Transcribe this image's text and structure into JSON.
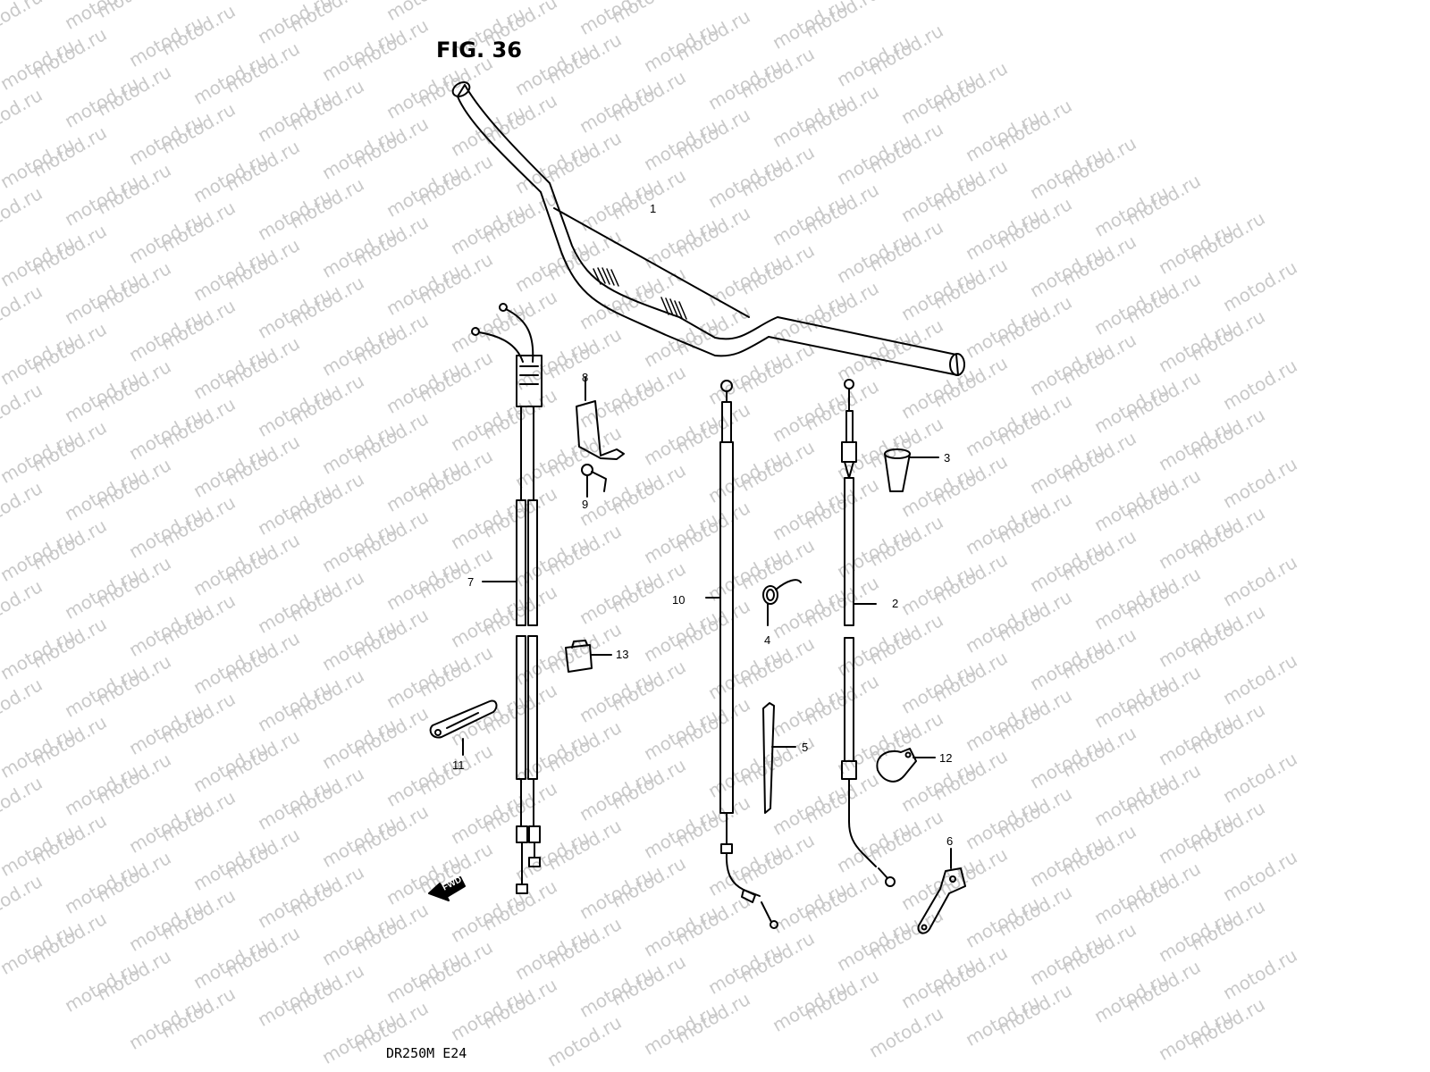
{
  "figure": {
    "title": "FIG. 36",
    "model_code": "DR250M  E24"
  },
  "watermark": {
    "text": "motod.ru"
  },
  "direction_badge": {
    "text": "FWD"
  },
  "callouts": [
    "1",
    "2",
    "3",
    "4",
    "5",
    "6",
    "7",
    "8",
    "9",
    "10",
    "11",
    "12",
    "13"
  ],
  "parts": [
    {
      "number": "1",
      "part": "handlebar"
    },
    {
      "number": "2",
      "part": "clutch-cable"
    },
    {
      "number": "3",
      "part": "rubber-boot"
    },
    {
      "number": "4",
      "part": "spring"
    },
    {
      "number": "5",
      "part": "strip"
    },
    {
      "number": "6",
      "part": "bracket"
    },
    {
      "number": "7",
      "part": "throttle-cable-pair"
    },
    {
      "number": "8",
      "part": "wire-clamp"
    },
    {
      "number": "9",
      "part": "screw"
    },
    {
      "number": "10",
      "part": "brake-cable"
    },
    {
      "number": "11",
      "part": "cable-guide"
    },
    {
      "number": "12",
      "part": "cable-clamp"
    },
    {
      "number": "13",
      "part": "clip"
    }
  ]
}
